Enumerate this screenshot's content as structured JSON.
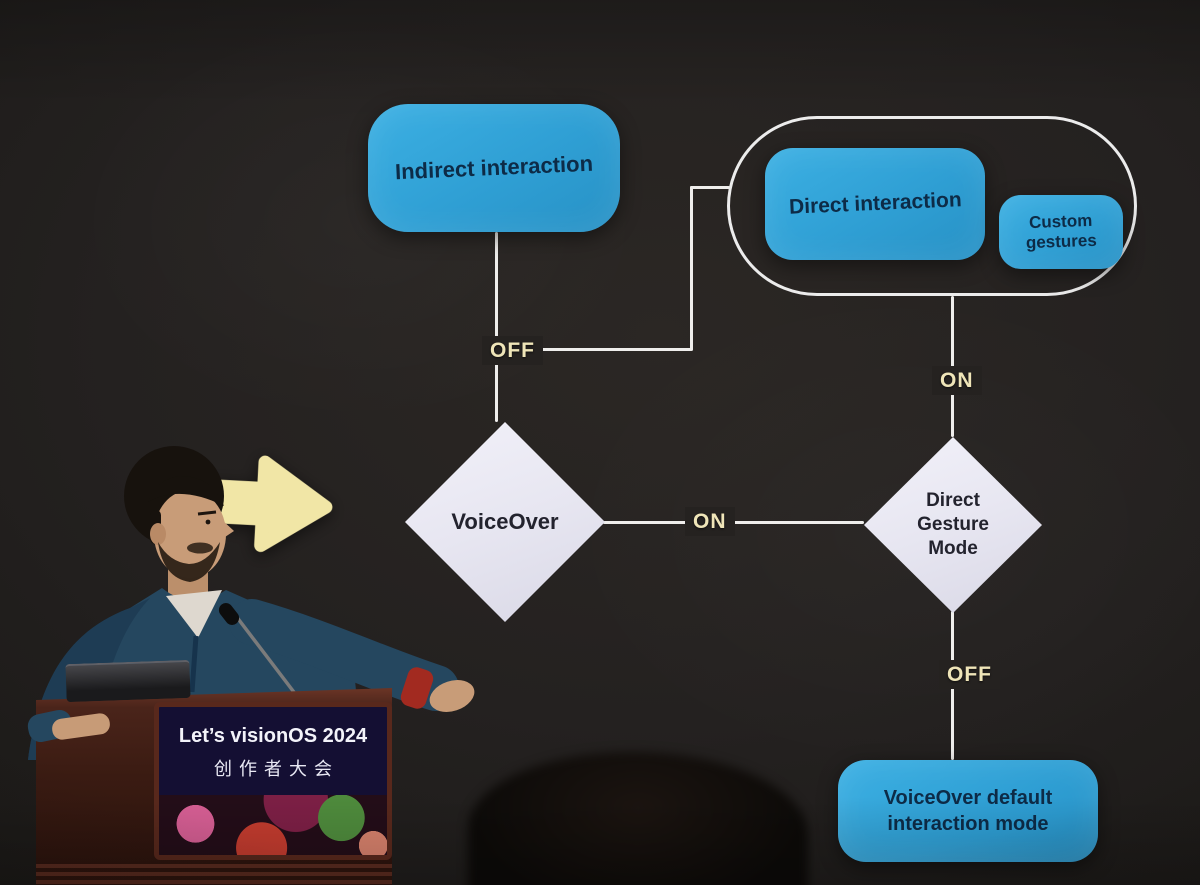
{
  "flowchart": {
    "nodes": {
      "indirect": {
        "label": "Indirect interaction"
      },
      "direct": {
        "label": "Direct interaction"
      },
      "custom_gestures": {
        "label": "Custom gestures"
      },
      "voiceover": {
        "label": "VoiceOver"
      },
      "direct_gesture_mode": {
        "label": "Direct Gesture Mode"
      },
      "voiceover_default": {
        "label": "VoiceOver default interaction mode"
      }
    },
    "edge_labels": {
      "voiceover_off": "OFF",
      "direct_group_on": "ON",
      "voiceover_on": "ON",
      "direct_gesture_off": "OFF"
    },
    "colors": {
      "node_fill": "#2f9fd4",
      "node_text": "#0d2b47",
      "decision_fill": "#e9e8f2",
      "decision_text": "#23232e",
      "connector": "#efeeec",
      "edge_label": "#efe5b8",
      "group_outline": "#ececec",
      "arrow": "#f1e6a6",
      "background": "#242120"
    }
  },
  "podium": {
    "banner_line1": "Let’s visionOS 2024",
    "banner_line2": "创作者大会"
  },
  "icons": {
    "arrow": "right-arrow-icon",
    "microphone": "microphone-icon"
  }
}
